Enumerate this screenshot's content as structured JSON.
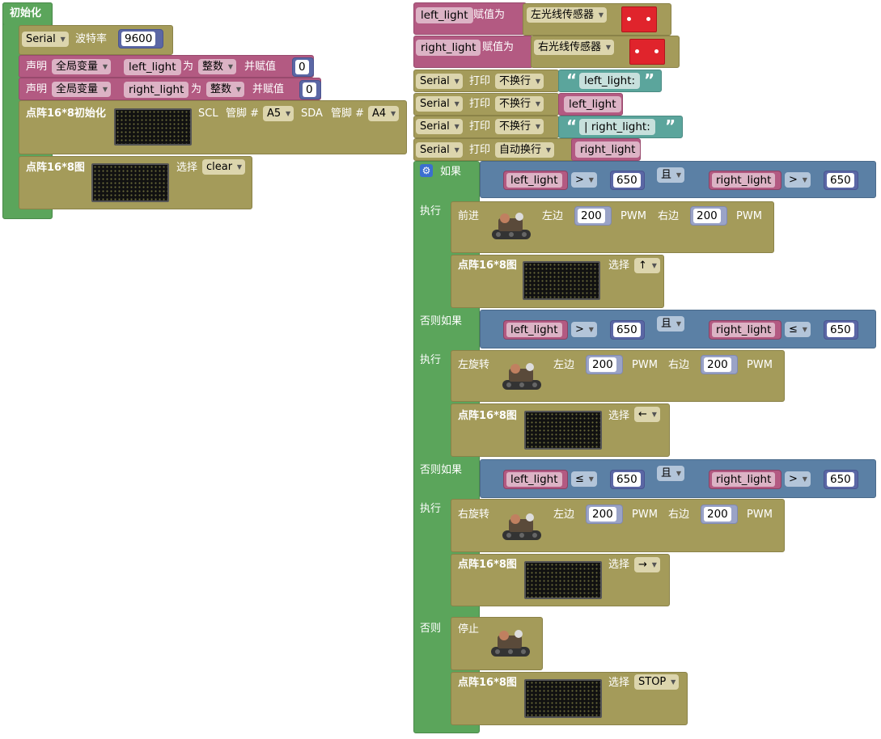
{
  "setup": {
    "title": "初始化",
    "serial": {
      "port": "Serial",
      "baud_label": "波特率",
      "baud": "9600"
    },
    "declares": [
      {
        "prefix": "声明",
        "scope": "全局变量",
        "name": "left_light",
        "as": "为",
        "type": "整数",
        "assign": "并赋值",
        "value": "0"
      },
      {
        "prefix": "声明",
        "scope": "全局变量",
        "name": "right_light",
        "as": "为",
        "type": "整数",
        "assign": "并赋值",
        "value": "0"
      }
    ],
    "matrix_init": {
      "label": "点阵16*8初始化",
      "scl": "SCL",
      "pin_label": "管脚 #",
      "scl_pin": "A5",
      "sda": "SDA",
      "sda_pin": "A4"
    },
    "matrix_clear": {
      "label": "点阵16*8图",
      "select_label": "选择",
      "value": "clear"
    }
  },
  "loop": {
    "assign_left": {
      "var": "left_light",
      "op": "赋值为",
      "sensor": "左光线传感器"
    },
    "assign_right": {
      "var": "right_light",
      "op": "赋值为",
      "sensor": "右光线传感器"
    },
    "prints": [
      {
        "port": "Serial",
        "action": "打印",
        "mode": "不换行",
        "text": "left_light:"
      },
      {
        "port": "Serial",
        "action": "打印",
        "mode": "不换行",
        "var": "left_light"
      },
      {
        "port": "Serial",
        "action": "打印",
        "mode": "不换行",
        "text": " | right_light:"
      },
      {
        "port": "Serial",
        "action": "打印",
        "mode": "自动换行",
        "var": "right_light"
      }
    ],
    "if_label": "如果",
    "do_label": "执行",
    "elseif_label": "否则如果",
    "else_label": "否则",
    "and_label": "且",
    "left_label": "左边",
    "right_label": "右边",
    "pwm": "PWM",
    "matrix_label": "点阵16*8图",
    "select_label": "选择",
    "branches": [
      {
        "a": "left_light",
        "op1": ">",
        "v1": "650",
        "b": "right_light",
        "op2": ">",
        "v2": "650",
        "move": "前进",
        "left": "200",
        "right": "200",
        "sym": "↑"
      },
      {
        "a": "left_light",
        "op1": ">",
        "v1": "650",
        "b": "right_light",
        "op2": "≤",
        "v2": "650",
        "move": "左旋转",
        "left": "200",
        "right": "200",
        "sym": "←"
      },
      {
        "a": "left_light",
        "op1": "≤",
        "v1": "650",
        "b": "right_light",
        "op2": ">",
        "v2": "650",
        "move": "右旋转",
        "left": "200",
        "right": "200",
        "sym": "→"
      }
    ],
    "else_action": "停止",
    "else_sym": "STOP"
  }
}
